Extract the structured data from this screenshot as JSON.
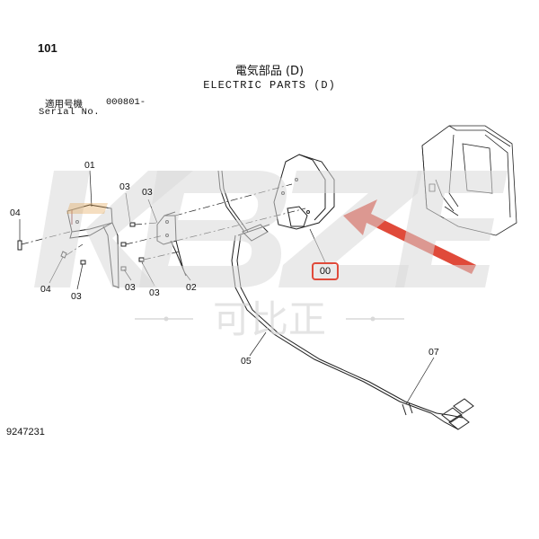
{
  "header": {
    "page_number": "101",
    "title_jp": "電気部品 (D)",
    "title_en": "ELECTRIC PARTS (D)",
    "serial_jp": "適用号機",
    "serial_value": "000801-",
    "serial_en": "Serial No."
  },
  "footer": {
    "drawing_number": "9247231"
  },
  "callouts": {
    "c01": "01",
    "c02": "02",
    "c03a": "03",
    "c03b": "03",
    "c03c": "03",
    "c03d": "03",
    "c03e": "03",
    "c04a": "04",
    "c04b": "04",
    "c05": "05",
    "c07": "07",
    "c00": "00"
  },
  "watermark": {
    "logo_text": "KBZE",
    "chinese_text": "可比正"
  },
  "colors": {
    "highlight": "#e04a3a",
    "watermark": "#d9d9d9",
    "line": "#222222"
  }
}
